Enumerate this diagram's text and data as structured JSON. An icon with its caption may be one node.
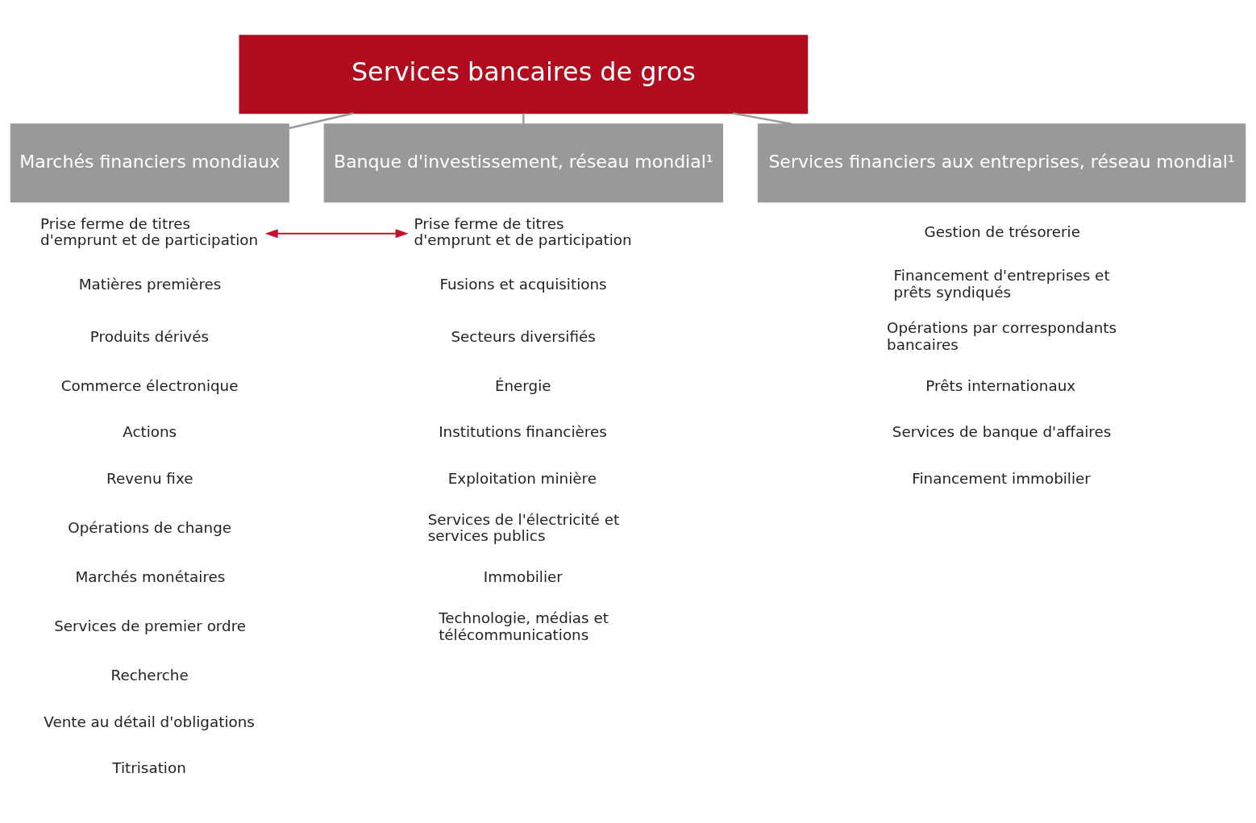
{
  "diagram": {
    "nodes": [
      {
        "text": [
          "Services bancaires de gros"
        ]
      },
      {
        "text": [
          "Marchés financiers mondiaux"
        ]
      },
      {
        "text": [
          "Banque d'investissement, réseau mondial¹"
        ]
      },
      {
        "text": [
          "Services financiers aux entreprises, réseau mondial¹"
        ]
      },
      {
        "text": [
          "Prise ferme de titres d'emprunt et de participation"
        ]
      },
      {
        "text": [
          "Matières premières"
        ]
      },
      {
        "text": [
          "Produits dérivés"
        ]
      },
      {
        "text": [
          "Commerce électronique"
        ]
      },
      {
        "text": [
          "Actions"
        ]
      },
      {
        "text": [
          "Revenu fixe"
        ]
      },
      {
        "text": [
          "Opérations de change"
        ]
      },
      {
        "text": [
          "Marchés monétaires"
        ]
      },
      {
        "text": [
          "Services de premier ordre"
        ]
      },
      {
        "text": [
          "Recherche"
        ]
      },
      {
        "text": [
          "Vente au détail d'obligations"
        ]
      },
      {
        "text": [
          "Titrisation"
        ]
      },
      {
        "text": [
          "Prise ferme de titres d'emprunt et de participation"
        ]
      },
      {
        "text": [
          "Fusions et acquisitions"
        ]
      },
      {
        "text": [
          "Secteurs diversifiés"
        ]
      },
      {
        "text": [
          "Énergie"
        ]
      },
      {
        "text": [
          "Institutions financières"
        ]
      },
      {
        "text": [
          "Exploitation minière"
        ]
      },
      {
        "text": [
          "Services de l'électricité et services publics"
        ]
      },
      {
        "text": [
          "Immobilier"
        ]
      },
      {
        "text": [
          "Technologie, médias et télécommunications"
        ]
      },
      {
        "text": [
          "Gestion de trésorerie"
        ]
      },
      {
        "text": [
          "Financement d'entreprises et prêts syndiqués"
        ]
      },
      {
        "text": [
          "Opérations par correspondants bancaires"
        ]
      },
      {
        "text": [
          "Prêts internationaux"
        ]
      },
      {
        "text": [
          "Services de banque d'affaires"
        ]
      },
      {
        "text": [
          "Financement immobilier"
        ]
      }
    ],
    "edges": [
      {
        "from": 0,
        "to": 1,
        "arrow": "none"
      },
      {
        "from": 0,
        "to": 2,
        "arrow": "none"
      },
      {
        "from": 0,
        "to": 3,
        "arrow": "none"
      },
      {
        "from": 4,
        "to": 16,
        "arrow": "both",
        "color": "#c8102e"
      }
    ]
  }
}
